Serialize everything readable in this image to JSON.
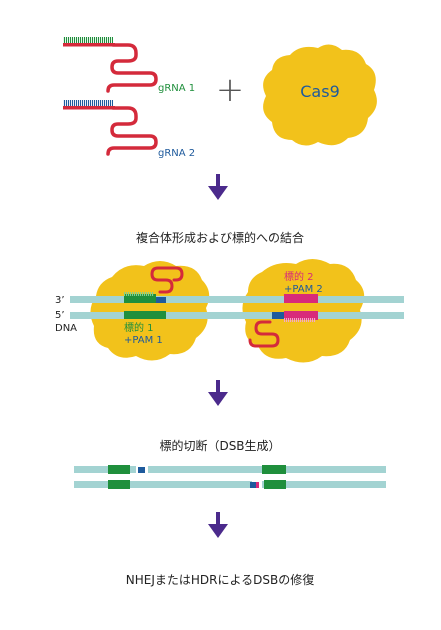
{
  "grna1_label": "gRNA 1",
  "grna2_label": "gRNA 2",
  "plus_sign": "+",
  "cas9_label": "Cas9",
  "step1_caption": "複合体形成および標的への結合",
  "target1_label": "標的 1",
  "pam1_label": "+PAM 1",
  "target2_label": "標的 2",
  "pam2_label": "+PAM 2",
  "strand3_label": "3’",
  "strand5_label": "5’",
  "dna_label": "DNA",
  "step2_caption": "標的切断（DSB生成）",
  "step3_caption": "NHEJまたはHDRによるDSBの修復",
  "colors": {
    "rna": "#d42a3b",
    "guide_green": "#1f8f3c",
    "guide_blue": "#1e5a9c",
    "cas9": "#f2c21b",
    "dna": "#a3d3d2",
    "target_green": "#1f8f3c",
    "target_magenta": "#d82a7a",
    "arrow": "#4b2a8c",
    "text": "#222222"
  }
}
